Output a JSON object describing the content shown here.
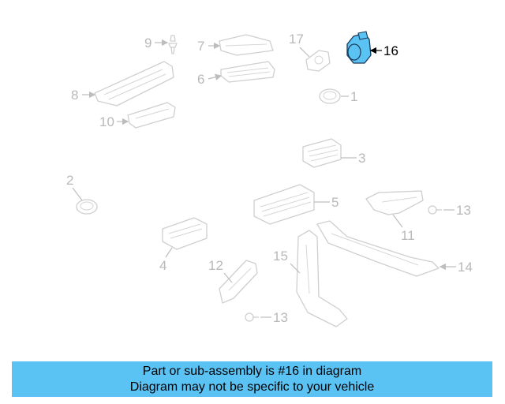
{
  "diagram": {
    "highlight_part": "16",
    "highlight_color": "#5bc2f4",
    "callouts": {
      "c1": "1",
      "c2": "2",
      "c3": "3",
      "c4": "4",
      "c5": "5",
      "c6": "6",
      "c7": "7",
      "c8": "8",
      "c9": "9",
      "c10": "10",
      "c11": "11",
      "c12": "12",
      "c13a": "13",
      "c13b": "13",
      "c14": "14",
      "c15": "15",
      "c16": "16",
      "c17": "17"
    }
  },
  "banner": {
    "line1": "Part or sub-assembly is #16 in diagram",
    "line2": "Diagram may not be specific to your vehicle",
    "color": "#5bc2f4"
  }
}
